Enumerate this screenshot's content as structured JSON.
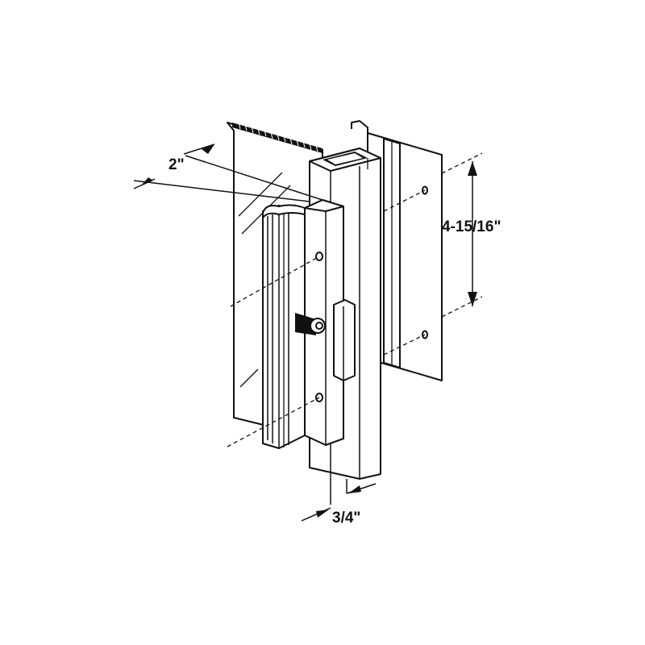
{
  "dimensions": {
    "depth": "2\"",
    "hole_spacing": "4-15/16\"",
    "thickness": "3/4\""
  },
  "colors": {
    "line": "#111111",
    "background": "#ffffff"
  }
}
